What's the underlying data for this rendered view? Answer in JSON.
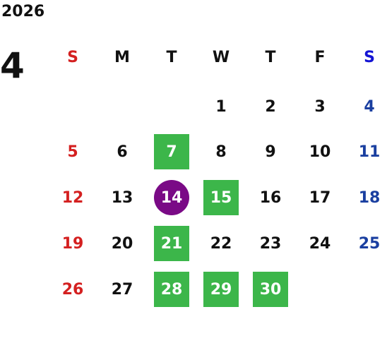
{
  "header": {
    "year": "2026",
    "month": "4"
  },
  "weekdays": [
    "S",
    "M",
    "T",
    "W",
    "T",
    "F",
    "S"
  ],
  "weeks": [
    [
      "",
      "",
      "",
      "1",
      "2",
      "3",
      "4"
    ],
    [
      "5",
      "6",
      "7",
      "8",
      "9",
      "10",
      "11"
    ],
    [
      "12",
      "13",
      "14",
      "15",
      "16",
      "17",
      "18"
    ],
    [
      "19",
      "20",
      "21",
      "22",
      "23",
      "24",
      "25"
    ],
    [
      "26",
      "27",
      "28",
      "29",
      "30",
      "",
      ""
    ]
  ],
  "highlighted_days": [
    "7",
    "15",
    "21",
    "28",
    "29",
    "30"
  ],
  "selected_day": "14",
  "colors": {
    "sunday": "#d42020",
    "saturday": "#1a3fa0",
    "saturday_header": "#1414d4",
    "event": "#3cb64a",
    "selected": "#7a0a86"
  }
}
